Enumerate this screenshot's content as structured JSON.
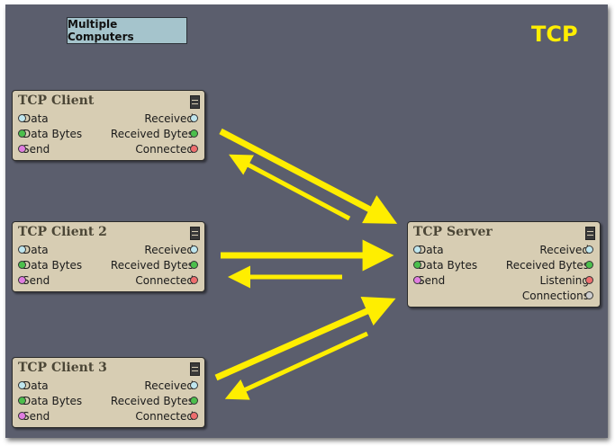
{
  "comment": {
    "text": "Multiple Computers"
  },
  "protocol_label": "TCP",
  "colors": {
    "background": "#5b5e6d",
    "node_body": "#d7cdb3",
    "arrow": "#ffee00",
    "port_data": "#bfe6ee",
    "port_bytes": "#4cbf4c",
    "port_send": "#e07ee0",
    "port_connected": "#ee6e6e",
    "port_connections": "#cfcfcf"
  },
  "nodes": {
    "client1": {
      "title": "TCP Client",
      "inputs": [
        "Data",
        "Data Bytes",
        "Send"
      ],
      "outputs": [
        "Received",
        "Received Bytes",
        "Connected"
      ]
    },
    "client2": {
      "title": "TCP Client 2",
      "inputs": [
        "Data",
        "Data Bytes",
        "Send"
      ],
      "outputs": [
        "Received",
        "Received Bytes",
        "Connected"
      ]
    },
    "client3": {
      "title": "TCP Client 3",
      "inputs": [
        "Data",
        "Data Bytes",
        "Send"
      ],
      "outputs": [
        "Received",
        "Received Bytes",
        "Connected"
      ]
    },
    "server": {
      "title": "TCP Server",
      "inputs": [
        "Data",
        "Data Bytes",
        "Send"
      ],
      "outputs": [
        "Received",
        "Received Bytes",
        "Listening",
        "Connections"
      ]
    }
  }
}
